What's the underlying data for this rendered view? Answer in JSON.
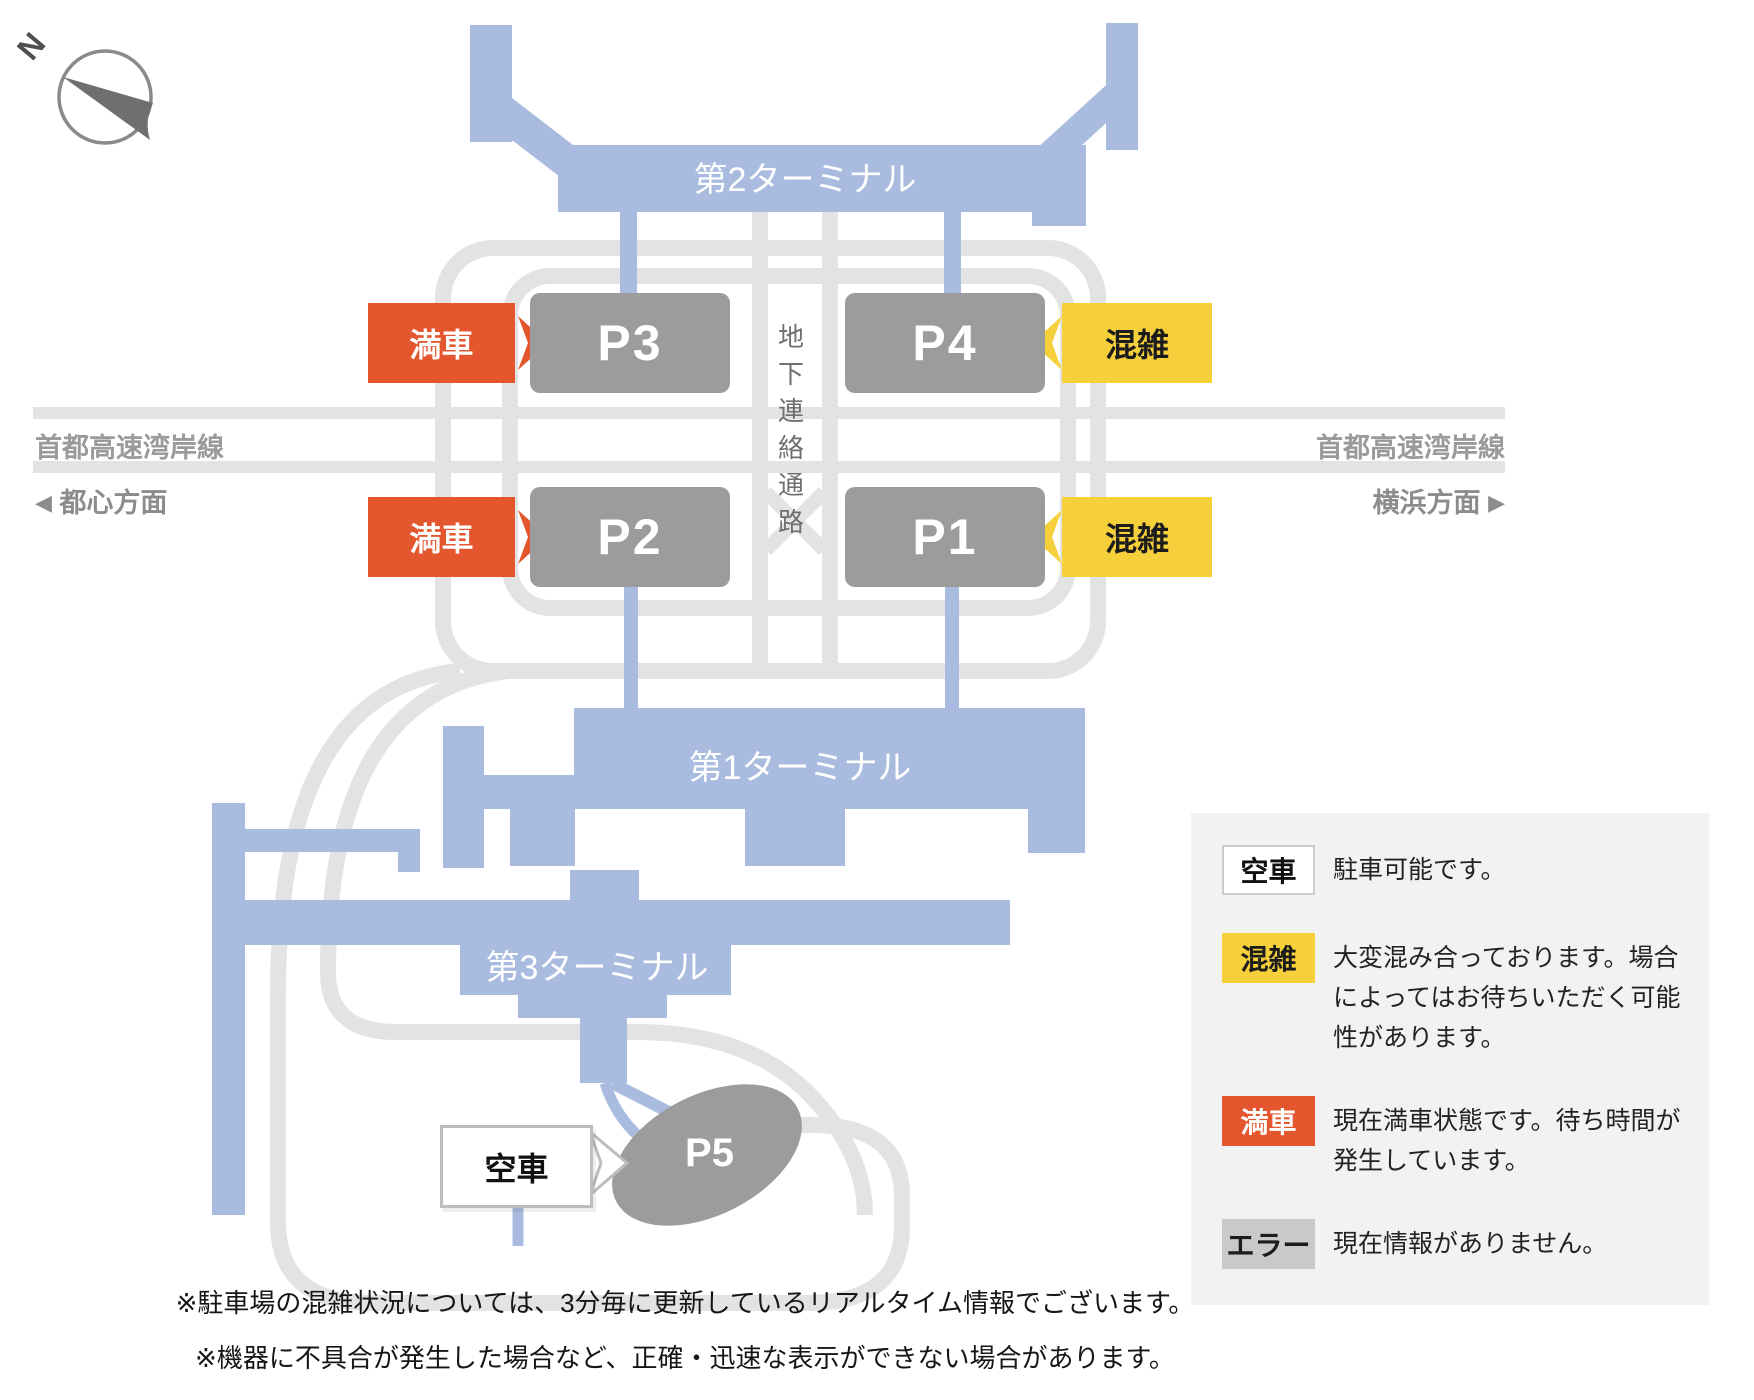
{
  "compass": {
    "north_label": "N"
  },
  "map": {
    "terminal2": "第2ターミナル",
    "terminal1": "第1ターミナル",
    "terminal3": "第3ターミナル",
    "underground_passage": "地下連絡通路",
    "highway": {
      "name": "首都高速湾岸線",
      "direction_left": "都心方面",
      "direction_right": "横浜方面",
      "arrow_left_glyph": "◀",
      "arrow_right_glyph": "▶"
    },
    "lots": {
      "p1": {
        "id": "P1",
        "status": "crowded",
        "status_label": "混雑"
      },
      "p2": {
        "id": "P2",
        "status": "full",
        "status_label": "満車"
      },
      "p3": {
        "id": "P3",
        "status": "full",
        "status_label": "満車"
      },
      "p4": {
        "id": "P4",
        "status": "crowded",
        "status_label": "混雑"
      },
      "p5": {
        "id": "P5",
        "status": "available",
        "status_label": "空車"
      }
    }
  },
  "legend": {
    "items": [
      {
        "label": "空車",
        "type": "available",
        "desc": "駐車可能です。"
      },
      {
        "label": "混雑",
        "type": "crowded",
        "desc": "大変混み合っております。場合によってはお待ちいただく可能性があります。"
      },
      {
        "label": "満車",
        "type": "full",
        "desc": "現在満車状態です。待ち時間が発生しています。"
      },
      {
        "label": "エラー",
        "type": "error",
        "desc": "現在情報がありません。"
      }
    ]
  },
  "notes": [
    "※駐車場の混雑状況については、3分毎に更新しているリアルタイム情報でございます。",
    "※機器に不具合が発生した場合など、正確・迅速な表示ができない場合があります。"
  ],
  "colors": {
    "building_blue": "#a9bce0",
    "road_gray": "#e3e3e3",
    "lot_gray": "#9c9c9c",
    "full_orange": "#e4572e",
    "crowded_yellow": "#f5d03b",
    "error_gray": "#c9c9c9",
    "legend_bg": "#f2f2f2"
  }
}
